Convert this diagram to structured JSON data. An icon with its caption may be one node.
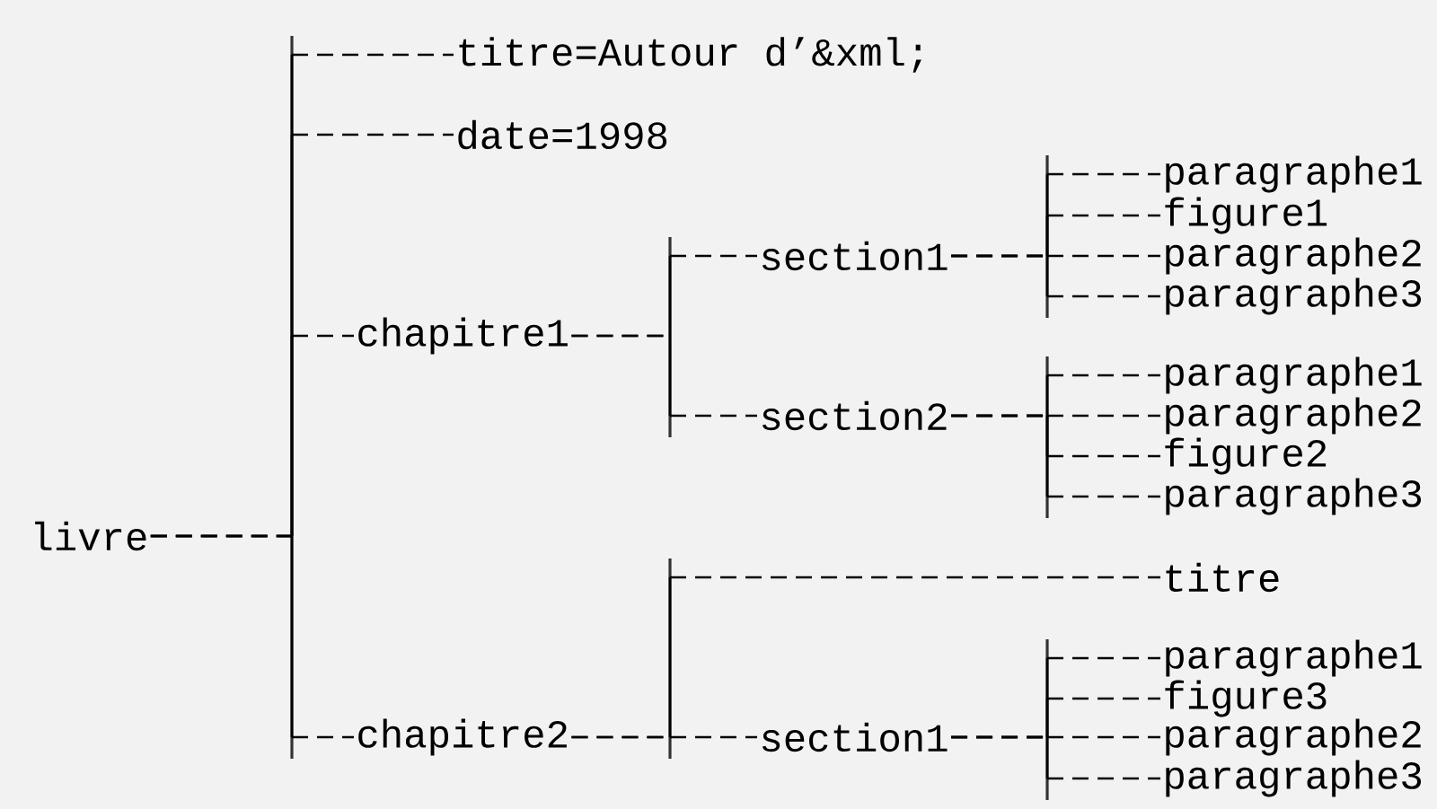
{
  "diagram": {
    "nodes": [
      {
        "text": [
          "livre"
        ]
      },
      {
        "text": [
          "titre=Autour d’&xml;"
        ]
      },
      {
        "text": [
          "date=1998"
        ]
      },
      {
        "text": [
          "chapitre1"
        ]
      },
      {
        "text": [
          "section1"
        ]
      },
      {
        "text": [
          "paragraphe1"
        ]
      },
      {
        "text": [
          "figure1"
        ]
      },
      {
        "text": [
          "paragraphe2"
        ]
      },
      {
        "text": [
          "paragraphe3"
        ]
      },
      {
        "text": [
          "section2"
        ]
      },
      {
        "text": [
          "paragraphe1"
        ]
      },
      {
        "text": [
          "paragraphe2"
        ]
      },
      {
        "text": [
          "figure2"
        ]
      },
      {
        "text": [
          "paragraphe3"
        ]
      },
      {
        "text": [
          "chapitre2"
        ]
      },
      {
        "text": [
          "titre"
        ]
      },
      {
        "text": [
          "section1"
        ]
      },
      {
        "text": [
          "paragraphe1"
        ]
      },
      {
        "text": [
          "figure3"
        ]
      },
      {
        "text": [
          "paragraphe2"
        ]
      },
      {
        "text": [
          "paragraphe3"
        ]
      }
    ],
    "edges": [
      {
        "from": 0,
        "to": 1,
        "arrow": "none",
        "style": "dashed"
      },
      {
        "from": 0,
        "to": 2,
        "arrow": "none",
        "style": "dashed"
      },
      {
        "from": 0,
        "to": 3,
        "arrow": "none",
        "style": "dashed"
      },
      {
        "from": 0,
        "to": 14,
        "arrow": "none",
        "style": "dashed"
      },
      {
        "from": 3,
        "to": 4,
        "arrow": "none",
        "style": "dashed"
      },
      {
        "from": 3,
        "to": 9,
        "arrow": "none",
        "style": "dashed"
      },
      {
        "from": 4,
        "to": 5,
        "arrow": "none",
        "style": "dashed"
      },
      {
        "from": 4,
        "to": 6,
        "arrow": "none",
        "style": "dashed"
      },
      {
        "from": 4,
        "to": 7,
        "arrow": "none",
        "style": "dashed"
      },
      {
        "from": 4,
        "to": 8,
        "arrow": "none",
        "style": "dashed"
      },
      {
        "from": 9,
        "to": 10,
        "arrow": "none",
        "style": "dashed"
      },
      {
        "from": 9,
        "to": 11,
        "arrow": "none",
        "style": "dashed"
      },
      {
        "from": 9,
        "to": 12,
        "arrow": "none",
        "style": "dashed"
      },
      {
        "from": 9,
        "to": 13,
        "arrow": "none",
        "style": "dashed"
      },
      {
        "from": 14,
        "to": 15,
        "arrow": "none",
        "style": "dashed"
      },
      {
        "from": 14,
        "to": 16,
        "arrow": "none",
        "style": "dashed"
      },
      {
        "from": 16,
        "to": 17,
        "arrow": "none",
        "style": "dashed"
      },
      {
        "from": 16,
        "to": 18,
        "arrow": "none",
        "style": "dashed"
      },
      {
        "from": 16,
        "to": 19,
        "arrow": "none",
        "style": "dashed"
      },
      {
        "from": 16,
        "to": 20,
        "arrow": "none",
        "style": "dashed"
      }
    ]
  }
}
